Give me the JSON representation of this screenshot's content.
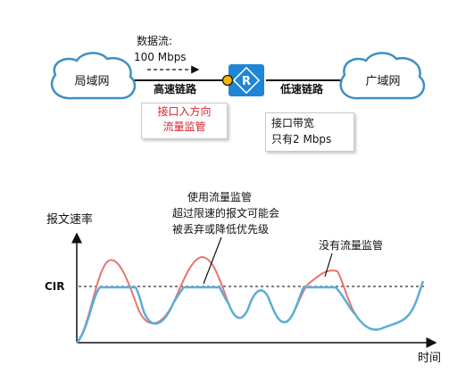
{
  "topology": {
    "lan_label": "局域网",
    "wan_label": "广域网",
    "flow_title": "数据流:",
    "flow_rate": "100 Mbps",
    "high_speed_link": "高速链路",
    "low_speed_link": "低速链路",
    "router_letter": "R",
    "policing_note": [
      "接口入方向",
      "流量监管"
    ],
    "bandwidth_note": [
      "接口带宽",
      "只有2 Mbps"
    ]
  },
  "chart": {
    "y_axis_label": "报文速率",
    "x_axis_label": "时间",
    "cir_label": "CIR",
    "callout_with_policing": [
      "使用流量监管",
      "超过限速的报文可能会",
      "被丢弃或降低优先级"
    ],
    "callout_without_policing": "没有流量监管"
  },
  "colors": {
    "cloud_border": "#3d8fc4",
    "router_fill": "#1f86d6",
    "interface_dot": "#f5b800",
    "policing_text": "#d9232d",
    "unpoliced_curve": "#e8736f",
    "policed_curve": "#5aaed6"
  }
}
